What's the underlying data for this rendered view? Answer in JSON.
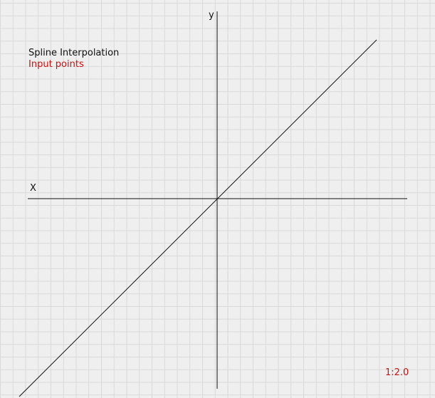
{
  "title": "Spline Interpolation",
  "subtitle": "Input points",
  "axes": {
    "x_label": "X",
    "y_label": "y"
  },
  "scale_label": "1:2.0",
  "colors": {
    "background": "#efefef",
    "grid": "#d9d9d9",
    "axis": "#111111",
    "curve": "#111111",
    "accent": "#cc1111"
  }
}
